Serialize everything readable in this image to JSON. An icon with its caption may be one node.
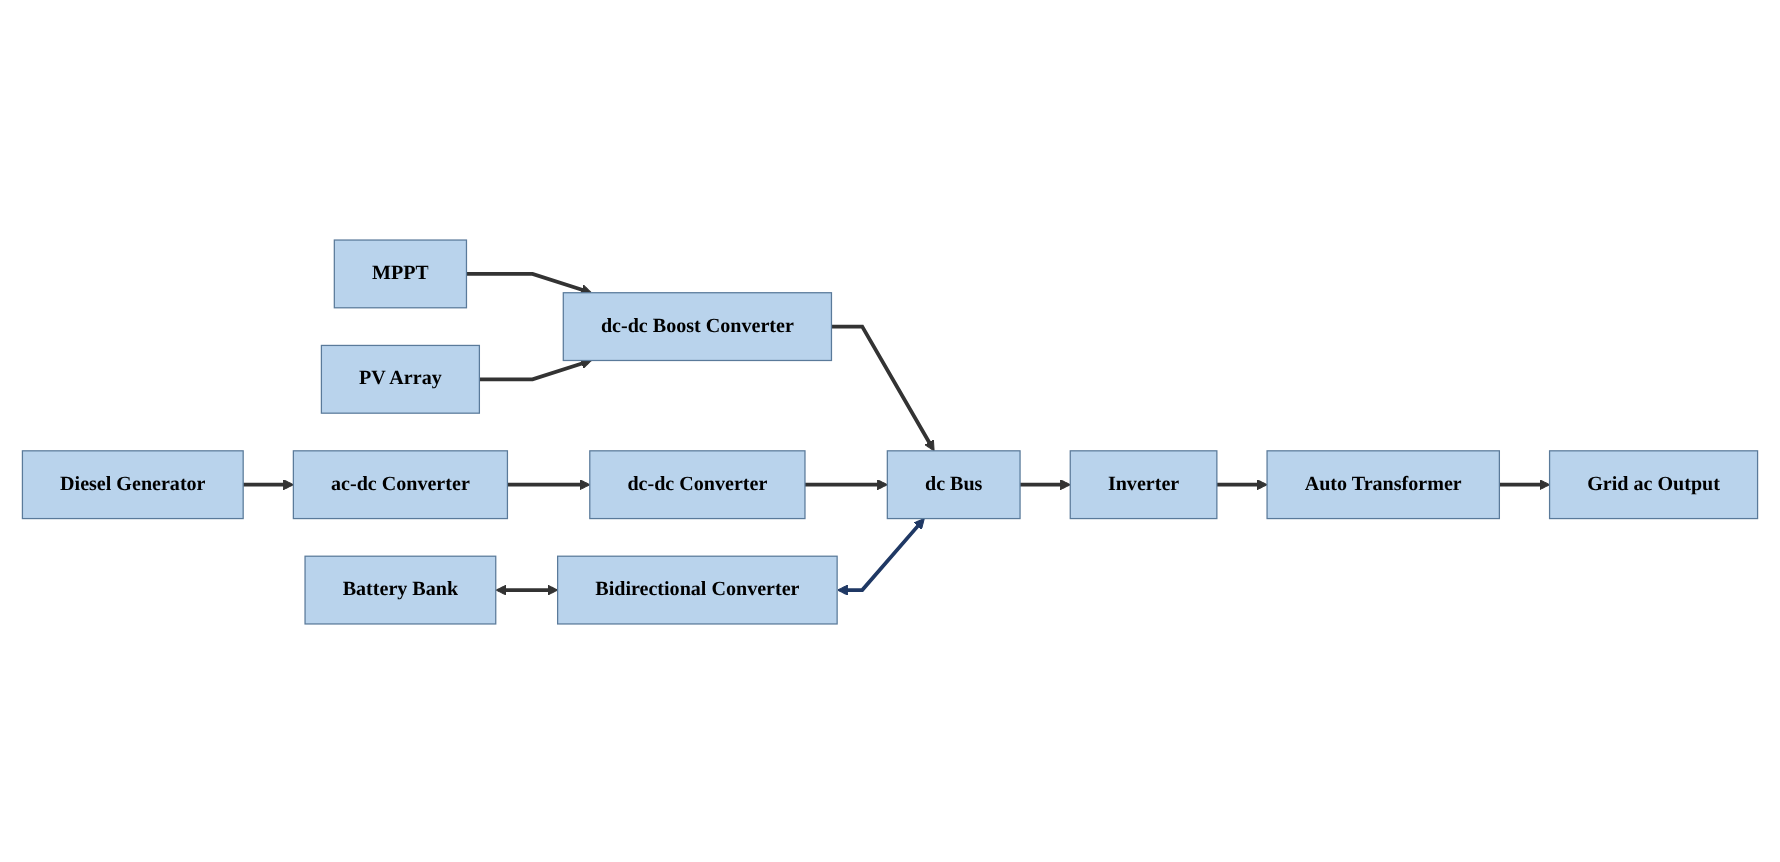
{
  "diagram": {
    "nodes": [
      {
        "text": [
          "MPPT"
        ]
      },
      {
        "text": [
          "PV Array"
        ]
      },
      {
        "text": [
          "dc-dc Boost Converter"
        ]
      },
      {
        "text": [
          "Diesel Generator"
        ]
      },
      {
        "text": [
          "ac-dc Converter"
        ]
      },
      {
        "text": [
          "dc-dc Converter"
        ]
      },
      {
        "text": [
          "dc Bus"
        ]
      },
      {
        "text": [
          "Inverter"
        ]
      },
      {
        "text": [
          "Auto Transformer"
        ]
      },
      {
        "text": [
          "Battery Bank"
        ]
      },
      {
        "text": [
          "Bidirectional Converter"
        ]
      },
      {
        "text": [
          "Grid ac Output"
        ]
      }
    ],
    "edges": [
      {
        "from": 0,
        "to": 2,
        "arrow": "to"
      },
      {
        "from": 1,
        "to": 2,
        "arrow": "to"
      },
      {
        "from": 2,
        "to": 6,
        "arrow": "to"
      },
      {
        "from": 3,
        "to": 4,
        "arrow": "to"
      },
      {
        "from": 4,
        "to": 5,
        "arrow": "to"
      },
      {
        "from": 5,
        "to": 6,
        "arrow": "to"
      },
      {
        "from": 6,
        "to": 7,
        "arrow": "to"
      },
      {
        "from": 7,
        "to": 8,
        "arrow": "to"
      },
      {
        "from": 8,
        "to": 11,
        "arrow": "to"
      },
      {
        "from": 9,
        "to": 10,
        "arrow": "both"
      },
      {
        "from": 10,
        "to": 6,
        "arrow": "both",
        "color": "#1f3864"
      }
    ]
  }
}
